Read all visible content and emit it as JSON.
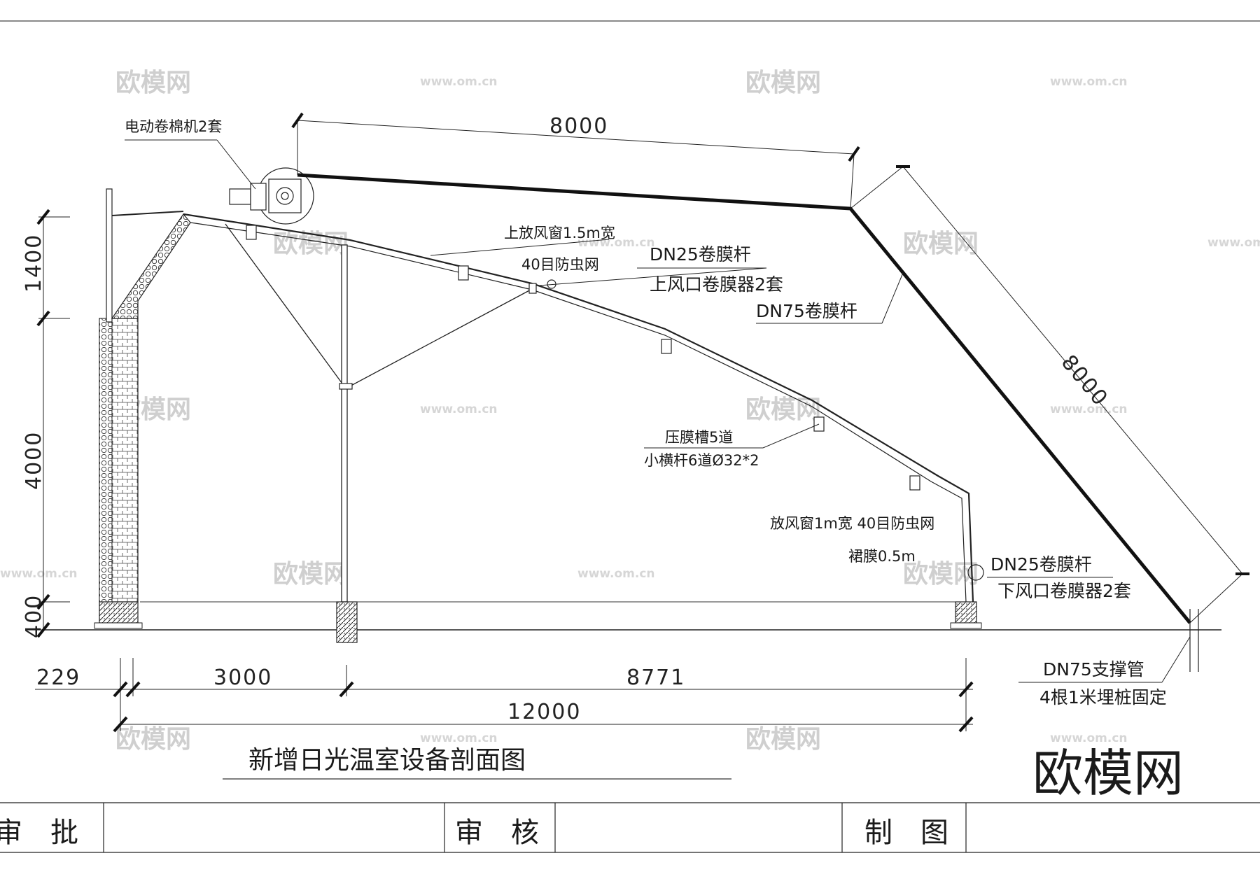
{
  "title": "新增日光温室设备剖面图",
  "logo": "欧模网",
  "watermark": {
    "text": "欧模网",
    "url": "www.om.cn"
  },
  "dimensions": {
    "top_span": "8000",
    "slope_span": "8000",
    "h_upper": "1400",
    "h_wall": "4000",
    "h_base": "400",
    "w_wall": "229",
    "w_front": "3000",
    "w_rest": "8771",
    "w_total": "12000"
  },
  "annotations": {
    "motor": "电动卷棉机2套",
    "upper_vent_1": "上放风窗1.5m宽",
    "upper_vent_2": "40目防虫网",
    "dn25_upper_1": "DN25卷膜杆",
    "dn25_upper_2": "上风口卷膜器2套",
    "dn75": "DN75卷膜杆",
    "purlin_1": "压膜槽5道",
    "purlin_2": "小横杆6道Ø32*2",
    "low_vent": "放风窗1m宽 40目防虫网",
    "skirt": "裙膜0.5m",
    "dn25_lower_1": "DN25卷膜杆",
    "dn25_lower_2": "下风口卷膜器2套",
    "support_1": "DN75支撑管",
    "support_2": "4根1米埋桩固定"
  },
  "title_block": {
    "approve": "审　批",
    "review": "审　核",
    "draft": "制　图"
  }
}
